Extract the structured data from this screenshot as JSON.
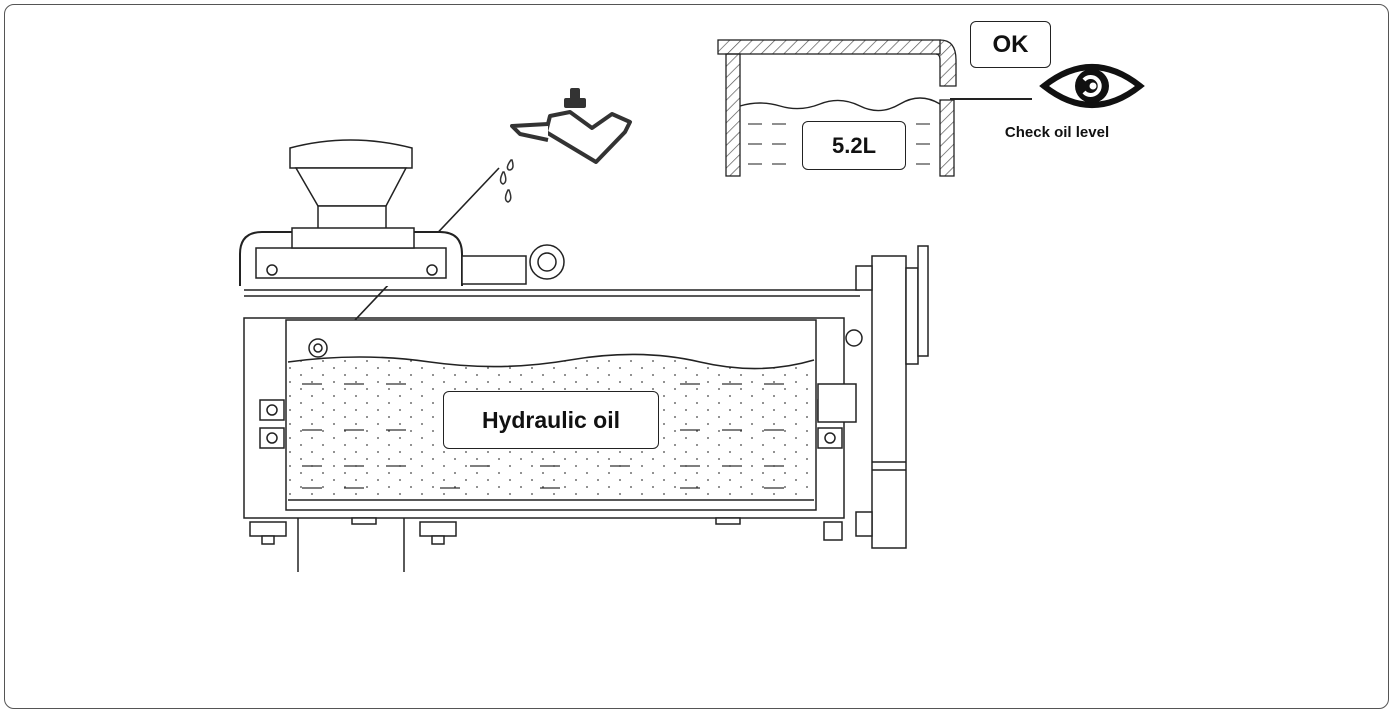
{
  "labels": {
    "status": "OK",
    "oil_volume": "5.2L",
    "check_instruction": "Check oil level",
    "fluid_name": "Hydraulic oil"
  },
  "icons": {
    "eye": "eye-icon",
    "oil_can": "oil-can-icon",
    "oil_drops": "oil-drop-icon"
  },
  "colors": {
    "line": "#222222",
    "fill": "#ffffff",
    "hatch": "#555555"
  }
}
